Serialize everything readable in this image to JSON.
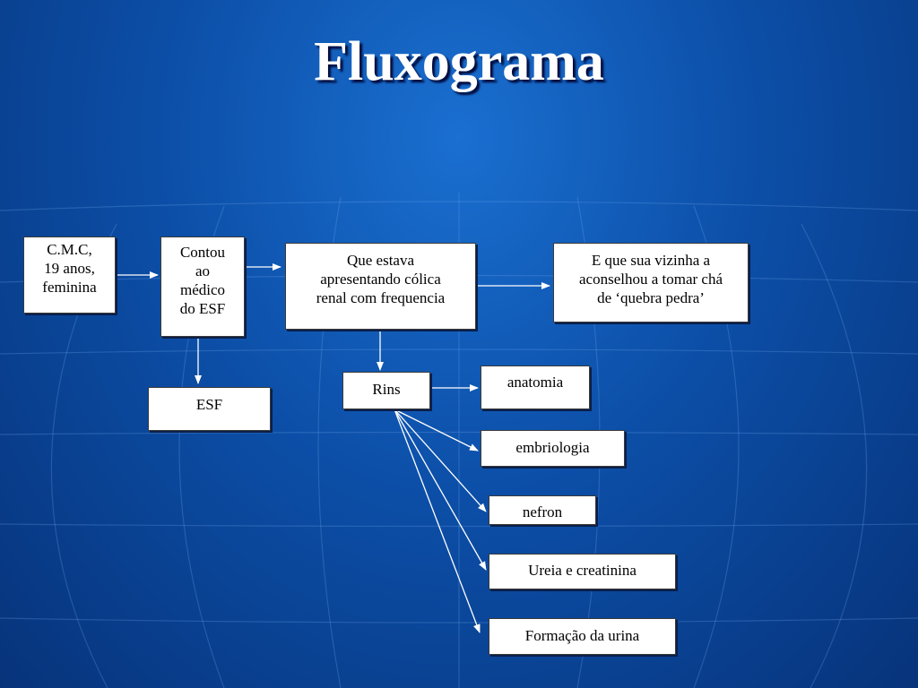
{
  "title": "Fluxograma",
  "nodes": {
    "patient": [
      "C.M.C,",
      "19 anos,",
      "feminina"
    ],
    "contact": [
      "Contou",
      "ao",
      "médico",
      "do ESF"
    ],
    "complaint": [
      "Que estava",
      "apresentando cólica",
      "renal com frequencia"
    ],
    "neighbor": [
      "E que sua vizinha a",
      "aconselhou a tomar chá",
      "de ‘quebra pedra’"
    ],
    "esf": "ESF",
    "rins": "Rins",
    "anatomia": "anatomia",
    "embriologia": "embriologia",
    "nefron": "nefron",
    "ureia": "Ureia e creatinina",
    "formacao": "Formação da urina"
  }
}
